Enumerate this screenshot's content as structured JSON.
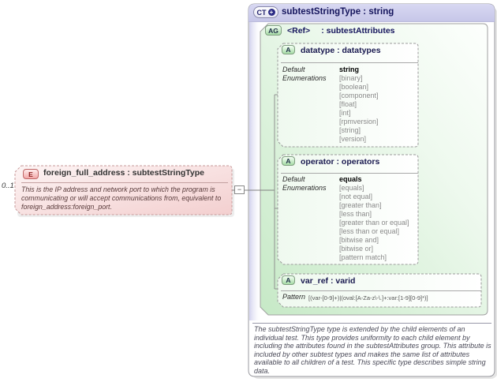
{
  "diagram": {
    "element": {
      "badge": "E",
      "cardinality": "0..1",
      "title": "foreign_full_address : subtestStringType",
      "description": "This is the IP address and network port to which the program is communicating or will accept communications from, equivalent to foreign_address:foreign_port."
    },
    "connector": {
      "collapse_glyph": "−"
    },
    "complex_type": {
      "badge": "CT",
      "expand_glyph": "+",
      "title": "subtestStringType : string",
      "attribute_group": {
        "badge": "AG",
        "ref": "<Ref>",
        "name": ": subtestAttributes",
        "attributes": {
          "datatype": {
            "badge": "A",
            "title": "datatype : datatypes",
            "default_label": "Default",
            "default_value": "string",
            "enumerations_label": "Enumerations",
            "enumerations": [
              "[binary]",
              "[boolean]",
              "[component]",
              "[float]",
              "[int]",
              "[rpmversion]",
              "[string]",
              "[version]"
            ]
          },
          "operator": {
            "badge": "A",
            "title": "operator : operators",
            "default_label": "Default",
            "default_value": "equals",
            "enumerations_label": "Enumerations",
            "enumerations": [
              "[equals]",
              "[not equal]",
              "[greater than]",
              "[less than]",
              "[greater than or equal]",
              "[less than or equal]",
              "[bitwise and]",
              "[bitwise or]",
              "[pattern match]"
            ]
          },
          "var_ref": {
            "badge": "A",
            "title": "var_ref : varid",
            "pattern_label": "Pattern",
            "pattern_value": "[(var-[0-9]+)|(oval:[A-Za-z\\-\\.]+:var:[1-9][0-9]*)]"
          }
        }
      },
      "documentation": "The subtestStringType type is extended by the child elements of an individual test.  This type provides uniformity to each child element by including the attributes found in the subtestAttributes group.  This attribute is included by other subtest types and makes the same list of attributes available to all children of a test.  This specific type describes simple string data."
    },
    "colors": {
      "header_lavender": "#ccccee",
      "group_green": "#c6e9c6",
      "element_pink": "#f3cfcf",
      "title_navy": "#14145c",
      "enum_gray": "#8a8a8a"
    }
  }
}
